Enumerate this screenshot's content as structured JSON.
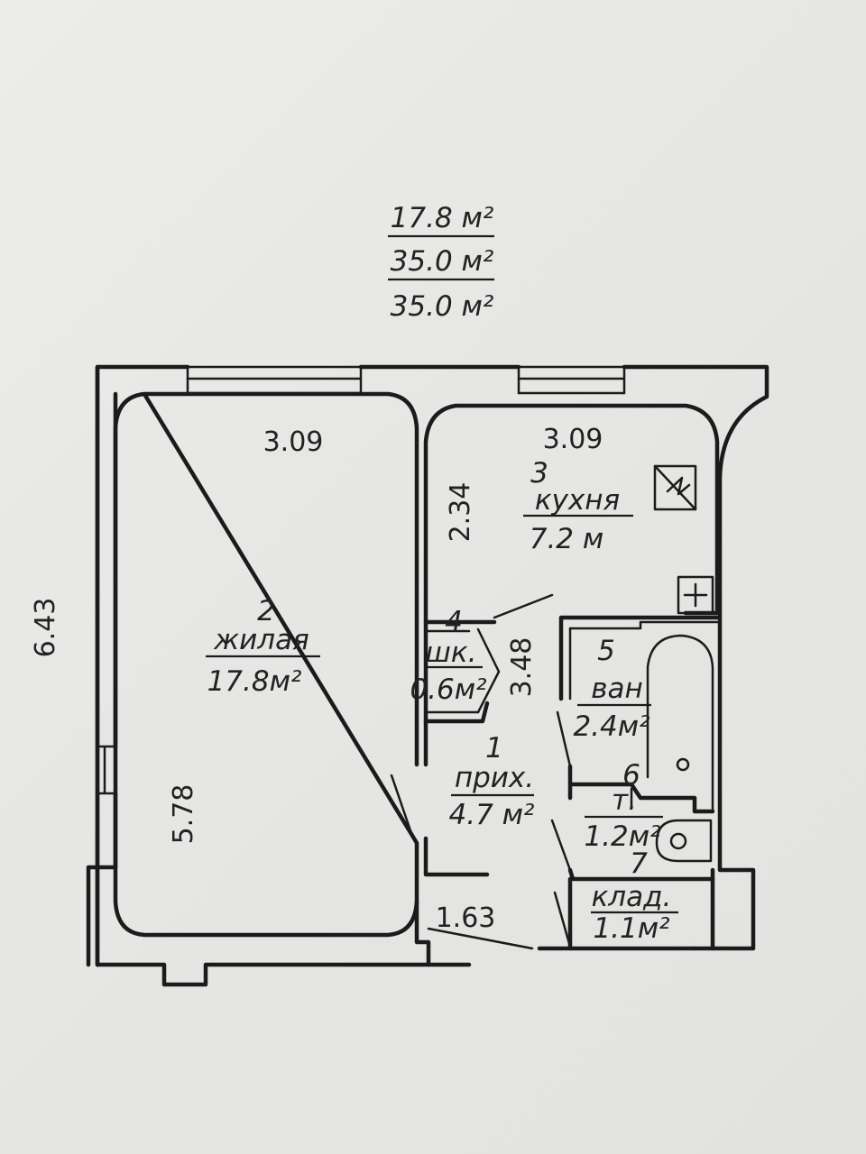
{
  "areas": {
    "living": "17.8 м²",
    "total": "35.0 м²",
    "general": "35.0 м²"
  },
  "rooms": [
    {
      "id": "living",
      "number": "2",
      "name": "жилая",
      "area": "17.8м²"
    },
    {
      "id": "kitchen",
      "number": "3",
      "name": "кухня",
      "area": "7.2 м"
    },
    {
      "id": "closet",
      "number": "4",
      "name": "шк.",
      "area": "0.6м²"
    },
    {
      "id": "hall",
      "number": "1",
      "name": "прих.",
      "area": "4.7 м²"
    },
    {
      "id": "bath",
      "number": "5",
      "name": "ван",
      "area": "2.4м²"
    },
    {
      "id": "toilet",
      "number": "6",
      "name": "т.",
      "area": "1.2м²"
    },
    {
      "id": "storage",
      "number": "7",
      "name": "клад.",
      "area": "1.1м²"
    }
  ],
  "dimensions": {
    "overall_depth": "6.43",
    "living_width": "3.09",
    "kitchen_width": "3.09",
    "kitchen_depth": "2.34",
    "living_depth": "5.78",
    "hall_depth": "3.48",
    "entry_width": "1.63"
  }
}
